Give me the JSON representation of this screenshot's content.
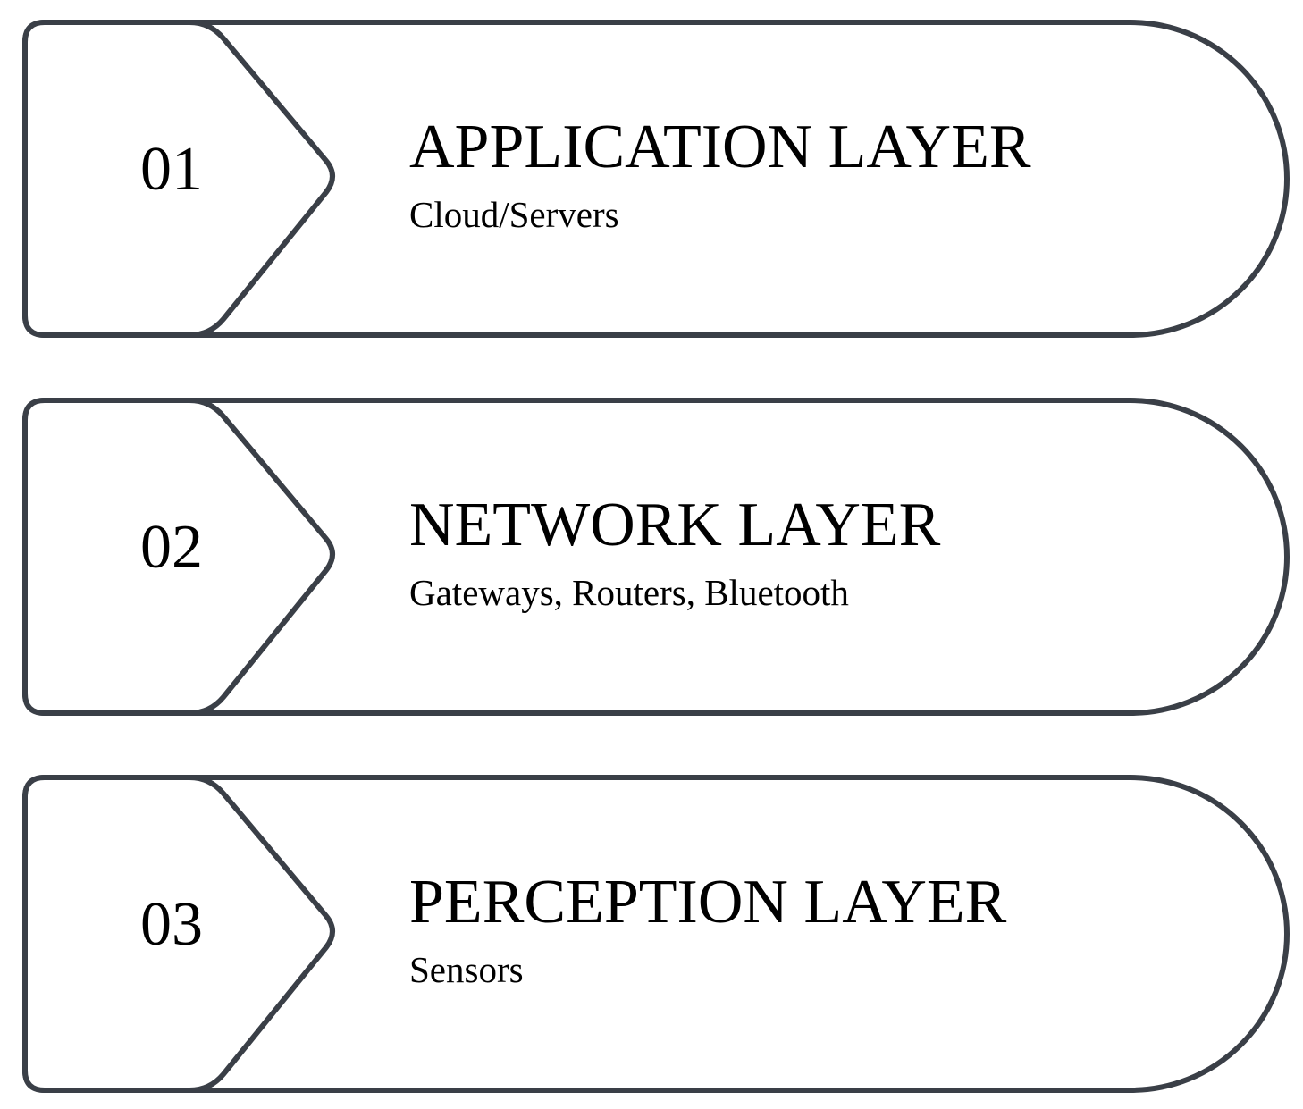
{
  "colors": {
    "outline": "#3a3f47",
    "fill": "#ffffff",
    "text": "#000000"
  },
  "layers": [
    {
      "number": "01",
      "title": "APPLICATION LAYER",
      "subtitle": "Cloud/Servers"
    },
    {
      "number": "02",
      "title": "NETWORK LAYER",
      "subtitle": "Gateways, Routers, Bluetooth"
    },
    {
      "number": "03",
      "title": "PERCEPTION LAYER",
      "subtitle": "Sensors"
    }
  ]
}
